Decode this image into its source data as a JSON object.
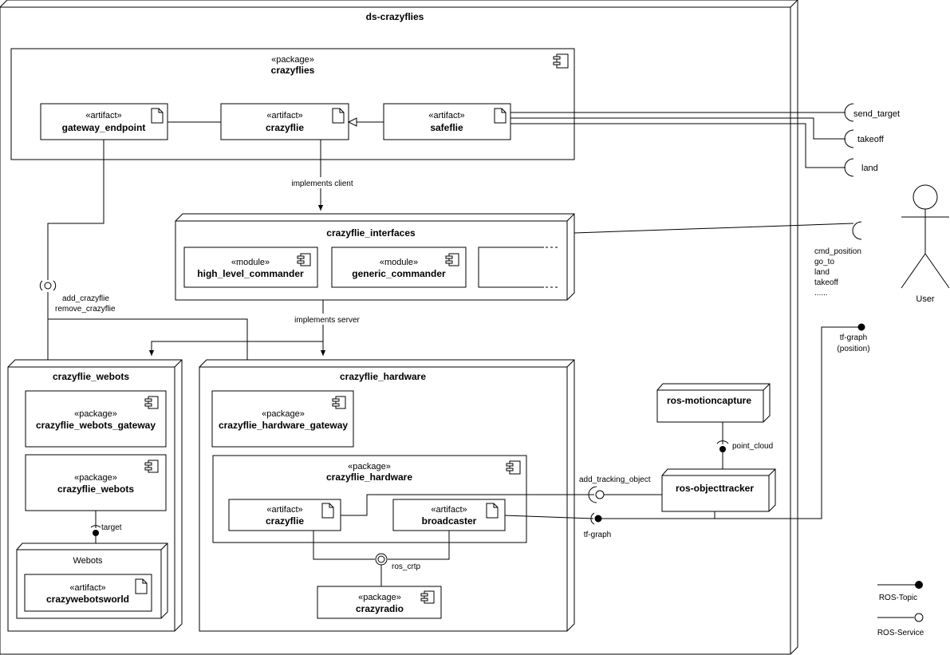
{
  "diagram": {
    "root_title": "ds-crazyflies",
    "packages": {
      "crazyflies": {
        "stereotype": "«package»",
        "name": "crazyflies"
      },
      "crazyflie_hardware_gateway": {
        "stereotype": "«package»",
        "name": "crazyflie_hardware_gateway"
      },
      "crazyflie_hardware_pkg": {
        "stereotype": "«package»",
        "name": "crazyflie_hardware"
      },
      "crazyflie_webots_gateway": {
        "stereotype": "«package»",
        "name": "crazyflie_webots_gateway"
      },
      "crazyflie_webots_pkg": {
        "stereotype": "«package»",
        "name": "crazyflie_webots"
      },
      "crazyradio": {
        "stereotype": "«package»",
        "name": "crazyradio"
      }
    },
    "artifacts": {
      "gateway_endpoint": {
        "stereotype": "«artifact»",
        "name": "gateway_endpoint"
      },
      "crazyflie": {
        "stereotype": "«artifact»",
        "name": "crazyflie"
      },
      "safeflie": {
        "stereotype": "«artifact»",
        "name": "safeflie"
      },
      "hw_crazyflie": {
        "stereotype": "«artifact»",
        "name": "crazyflie"
      },
      "broadcaster": {
        "stereotype": "«artifact»",
        "name": "broadcaster"
      },
      "crazywebotsworld": {
        "stereotype": "«artifact»",
        "name": "crazywebotsworld"
      }
    },
    "nodes": {
      "crazyflie_interfaces": "crazyflie_interfaces",
      "crazyflie_webots": "crazyflie_webots",
      "crazyflie_hardware": "crazyflie_hardware",
      "webots": "Webots",
      "ros_motioncapture": "ros-motioncapture",
      "ros_objecttracker": "ros-objecttracker"
    },
    "modules": {
      "high_level_commander": {
        "stereotype": "«module»",
        "name": "high_level_commander"
      },
      "generic_commander": {
        "stereotype": "«module»",
        "name": "generic_commander"
      }
    },
    "edge_labels": {
      "implements_client": "implements client",
      "implements_server": "implements server",
      "add_crazyflie": "add_crazyflie",
      "remove_crazyflie": "remove_crazyflie",
      "target": "target",
      "ros_crtp": "ros_crtp",
      "point_cloud": "point_cloud",
      "add_tracking_object": "add_tracking_object",
      "tf_graph": "tf-graph"
    },
    "external_interfaces": {
      "send_target": "send_target",
      "takeoff": "takeoff",
      "land": "land",
      "user_commands": [
        "cmd_position",
        "go_to",
        "land",
        "takeoff",
        "......"
      ],
      "tf_graph_position": [
        "tf-graph",
        "(position)"
      ]
    },
    "actor": {
      "name": "User"
    },
    "legend": {
      "topic": "ROS-Topic",
      "service": "ROS-Service"
    }
  }
}
